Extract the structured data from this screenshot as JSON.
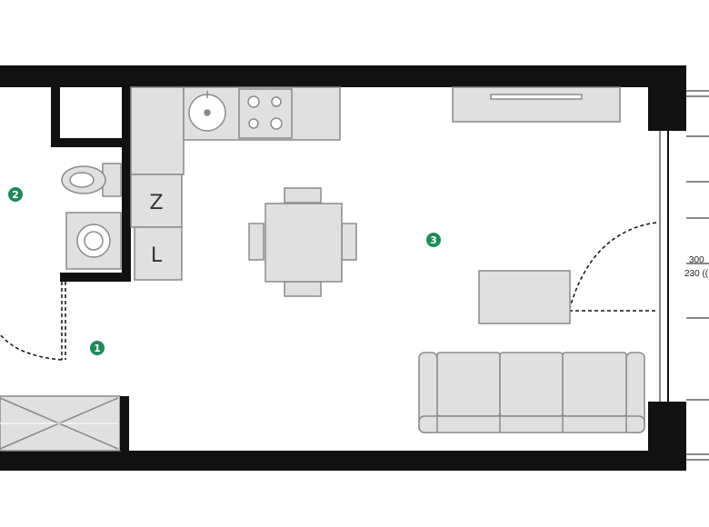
{
  "colors": {
    "wall": "#111111",
    "fixture_fill": "#e0e0e0",
    "fixture_stroke": "#8a8a8a",
    "marker": "#1f8a5b",
    "background": "#ffffff"
  },
  "room_markers": [
    {
      "id": "1",
      "label": "1"
    },
    {
      "id": "2",
      "label": "2"
    },
    {
      "id": "3",
      "label": "3"
    }
  ],
  "dimensions": {
    "line1": "300",
    "line2": "230 (("
  },
  "cabinet_labels": {
    "upper": "Z",
    "lower": "L"
  },
  "icons": [
    "toilet-icon",
    "washing-machine-icon",
    "sink-icon",
    "stove-icon",
    "dining-table-icon",
    "sofa-icon",
    "desk-icon",
    "wardrobe-icon"
  ]
}
